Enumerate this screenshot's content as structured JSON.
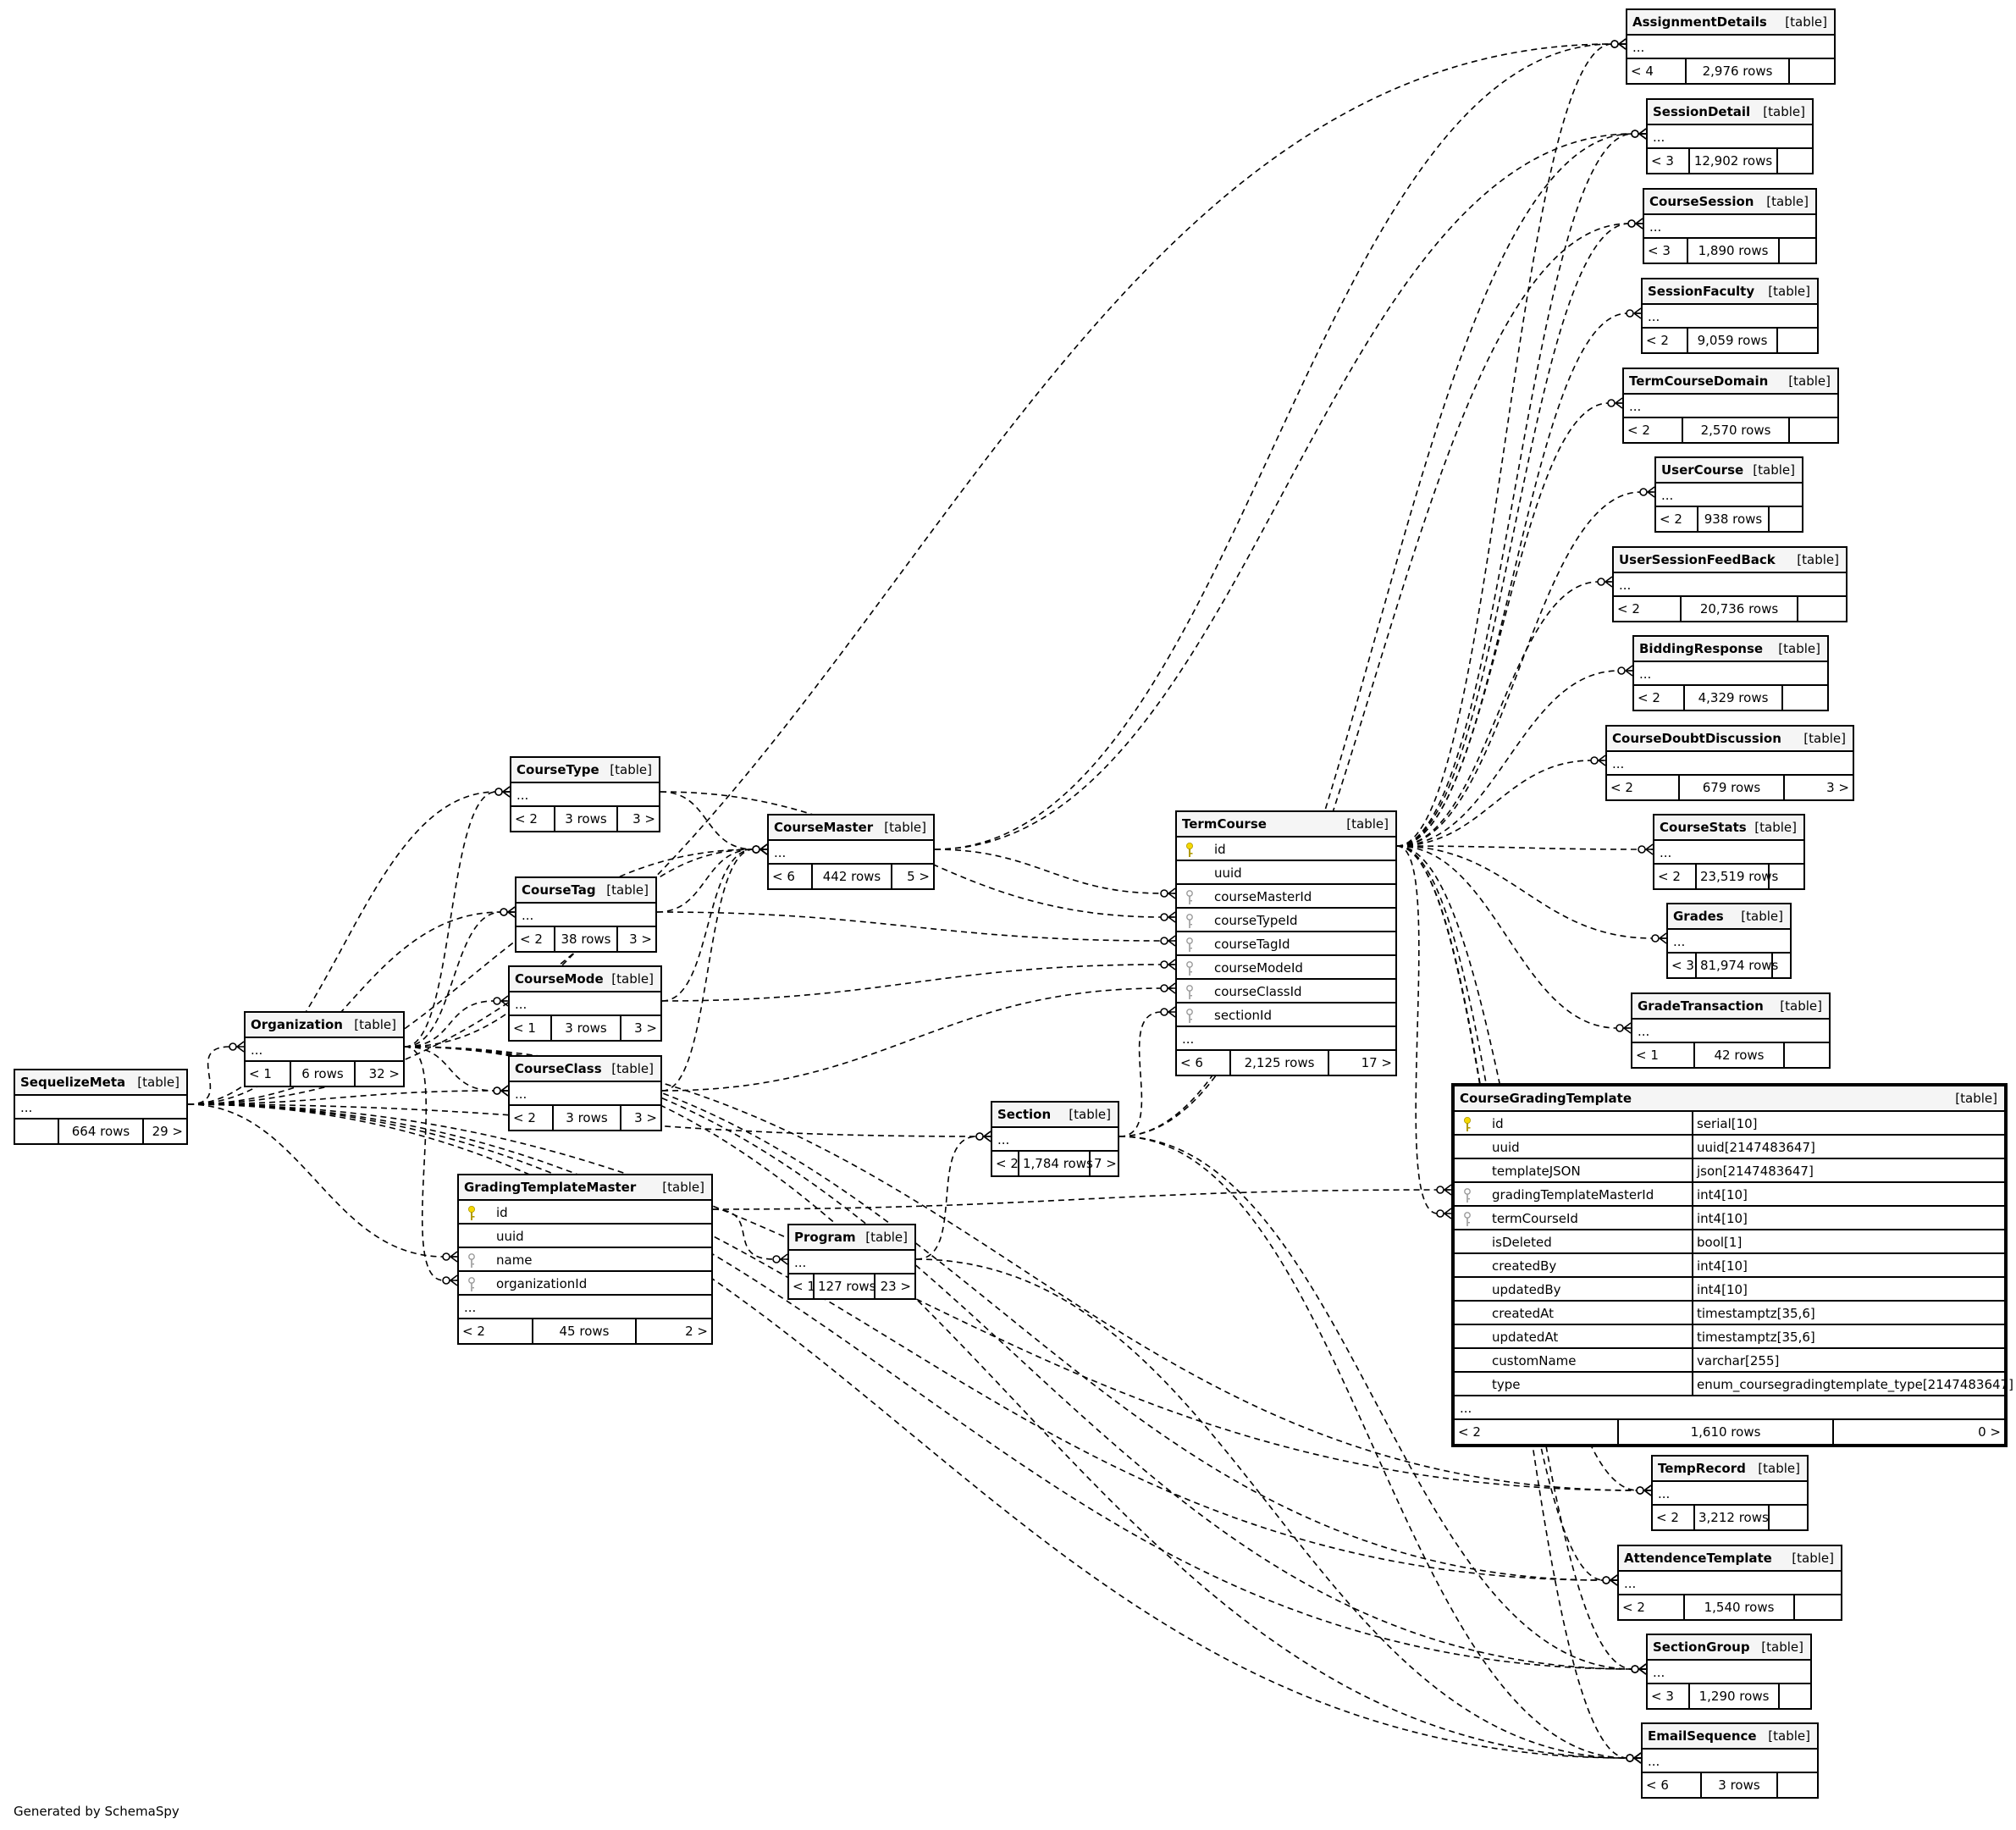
{
  "credit": "Generated by SchemaSpy",
  "type_label": "[table]",
  "tables": {
    "SequelizeMeta": {
      "name": "SequelizeMeta",
      "rows": "664 rows",
      "parents": "",
      "children": "29 >",
      "cols": []
    },
    "Organization": {
      "name": "Organization",
      "rows": "6 rows",
      "parents": "< 1",
      "children": "32 >",
      "cols": []
    },
    "CourseType": {
      "name": "CourseType",
      "rows": "3 rows",
      "parents": "< 2",
      "children": "3 >",
      "cols": []
    },
    "CourseTag": {
      "name": "CourseTag",
      "rows": "38 rows",
      "parents": "< 2",
      "children": "3 >",
      "cols": []
    },
    "CourseMode": {
      "name": "CourseMode",
      "rows": "3 rows",
      "parents": "< 1",
      "children": "3 >",
      "cols": []
    },
    "CourseClass": {
      "name": "CourseClass",
      "rows": "3 rows",
      "parents": "< 2",
      "children": "3 >",
      "cols": []
    },
    "CourseMaster": {
      "name": "CourseMaster",
      "rows": "442 rows",
      "parents": "< 6",
      "children": "5 >",
      "cols": []
    },
    "GradingTemplateMaster": {
      "name": "GradingTemplateMaster",
      "rows": "45 rows",
      "parents": "< 2",
      "children": "2 >",
      "cols": [
        {
          "name": "id",
          "key": "pk"
        },
        {
          "name": "uuid",
          "key": ""
        },
        {
          "name": "name",
          "key": "fk"
        },
        {
          "name": "organizationId",
          "key": "fk"
        }
      ]
    },
    "Program": {
      "name": "Program",
      "rows": "127 rows",
      "parents": "< 1",
      "children": "23 >",
      "cols": []
    },
    "Section": {
      "name": "Section",
      "rows": "1,784 rows",
      "parents": "< 2",
      "children": "7 >",
      "cols": []
    },
    "TermCourse": {
      "name": "TermCourse",
      "rows": "2,125 rows",
      "parents": "< 6",
      "children": "17 >",
      "cols": [
        {
          "name": "id",
          "key": "pk"
        },
        {
          "name": "uuid",
          "key": ""
        },
        {
          "name": "courseMasterId",
          "key": "fk"
        },
        {
          "name": "courseTypeId",
          "key": "fk"
        },
        {
          "name": "courseTagId",
          "key": "fk"
        },
        {
          "name": "courseModeId",
          "key": "fk"
        },
        {
          "name": "courseClassId",
          "key": "fk"
        },
        {
          "name": "sectionId",
          "key": "fk"
        }
      ]
    },
    "CourseGradingTemplate": {
      "name": "CourseGradingTemplate",
      "rows": "1,610 rows",
      "parents": "< 2",
      "children": "0 >",
      "cols": [
        {
          "name": "id",
          "key": "pk",
          "type": "serial[10]"
        },
        {
          "name": "uuid",
          "key": "",
          "type": "uuid[2147483647]"
        },
        {
          "name": "templateJSON",
          "key": "",
          "type": "json[2147483647]"
        },
        {
          "name": "gradingTemplateMasterId",
          "key": "fk",
          "type": "int4[10]"
        },
        {
          "name": "termCourseId",
          "key": "fk",
          "type": "int4[10]"
        },
        {
          "name": "isDeleted",
          "key": "",
          "type": "bool[1]"
        },
        {
          "name": "createdBy",
          "key": "",
          "type": "int4[10]"
        },
        {
          "name": "updatedBy",
          "key": "",
          "type": "int4[10]"
        },
        {
          "name": "createdAt",
          "key": "",
          "type": "timestamptz[35,6]"
        },
        {
          "name": "updatedAt",
          "key": "",
          "type": "timestamptz[35,6]"
        },
        {
          "name": "customName",
          "key": "",
          "type": "varchar[255]"
        },
        {
          "name": "type",
          "key": "",
          "type": "enum_coursegradingtemplate_type[2147483647]"
        }
      ]
    },
    "AssignmentDetails": {
      "name": "AssignmentDetails",
      "rows": "2,976 rows",
      "parents": "< 4",
      "children": "",
      "cols": []
    },
    "SessionDetail": {
      "name": "SessionDetail",
      "rows": "12,902 rows",
      "parents": "< 3",
      "children": "",
      "cols": []
    },
    "CourseSession": {
      "name": "CourseSession",
      "rows": "1,890 rows",
      "parents": "< 3",
      "children": "",
      "cols": []
    },
    "SessionFaculty": {
      "name": "SessionFaculty",
      "rows": "9,059 rows",
      "parents": "< 2",
      "children": "",
      "cols": []
    },
    "TermCourseDomain": {
      "name": "TermCourseDomain",
      "rows": "2,570 rows",
      "parents": "< 2",
      "children": "",
      "cols": []
    },
    "UserCourse": {
      "name": "UserCourse",
      "rows": "938 rows",
      "parents": "< 2",
      "children": "",
      "cols": []
    },
    "UserSessionFeedBack": {
      "name": "UserSessionFeedBack",
      "rows": "20,736 rows",
      "parents": "< 2",
      "children": "",
      "cols": []
    },
    "BiddingResponse": {
      "name": "BiddingResponse",
      "rows": "4,329 rows",
      "parents": "< 2",
      "children": "",
      "cols": []
    },
    "CourseDoubtDiscussion": {
      "name": "CourseDoubtDiscussion",
      "rows": "679 rows",
      "parents": "< 2",
      "children": "3 >",
      "cols": []
    },
    "CourseStats": {
      "name": "CourseStats",
      "rows": "23,519 rows",
      "parents": "< 2",
      "children": "",
      "cols": []
    },
    "Grades": {
      "name": "Grades",
      "rows": "81,974 rows",
      "parents": "< 3",
      "children": "",
      "cols": []
    },
    "GradeTransaction": {
      "name": "GradeTransaction",
      "rows": "42 rows",
      "parents": "< 1",
      "children": "",
      "cols": []
    },
    "TempRecord": {
      "name": "TempRecord",
      "rows": "3,212 rows",
      "parents": "< 2",
      "children": "",
      "cols": []
    },
    "AttendenceTemplate": {
      "name": "AttendenceTemplate",
      "rows": "1,540 rows",
      "parents": "< 2",
      "children": "",
      "cols": []
    },
    "SectionGroup": {
      "name": "SectionGroup",
      "rows": "1,290 rows",
      "parents": "< 3",
      "children": "",
      "cols": []
    },
    "EmailSequence": {
      "name": "EmailSequence",
      "rows": "3 rows",
      "parents": "< 6",
      "children": "",
      "cols": []
    }
  },
  "relationships": [
    [
      "SequelizeMeta",
      "Organization"
    ],
    [
      "SequelizeMeta",
      "CourseType"
    ],
    [
      "SequelizeMeta",
      "CourseTag"
    ],
    [
      "SequelizeMeta",
      "CourseMaster"
    ],
    [
      "SequelizeMeta",
      "CourseClass"
    ],
    [
      "SequelizeMeta",
      "Section"
    ],
    [
      "SequelizeMeta",
      "GradingTemplateMaster"
    ],
    [
      "SequelizeMeta",
      "AssignmentDetails"
    ],
    [
      "SequelizeMeta",
      "TempRecord"
    ],
    [
      "SequelizeMeta",
      "AttendenceTemplate"
    ],
    [
      "SequelizeMeta",
      "SectionGroup"
    ],
    [
      "SequelizeMeta",
      "EmailSequence"
    ],
    [
      "Organization",
      "CourseType"
    ],
    [
      "Organization",
      "CourseTag"
    ],
    [
      "Organization",
      "CourseMode"
    ],
    [
      "Organization",
      "CourseClass"
    ],
    [
      "Organization",
      "CourseMaster"
    ],
    [
      "Organization",
      "GradingTemplateMaster"
    ],
    [
      "Organization",
      "TempRecord"
    ],
    [
      "Organization",
      "AttendenceTemplate"
    ],
    [
      "Organization",
      "SectionGroup"
    ],
    [
      "Organization",
      "EmailSequence"
    ],
    [
      "CourseType",
      "CourseMaster"
    ],
    [
      "CourseTag",
      "CourseMaster"
    ],
    [
      "CourseMode",
      "CourseMaster"
    ],
    [
      "CourseClass",
      "CourseMaster"
    ],
    [
      "CourseType",
      "TermCourse"
    ],
    [
      "CourseTag",
      "TermCourse"
    ],
    [
      "CourseMode",
      "TermCourse"
    ],
    [
      "CourseClass",
      "TermCourse"
    ],
    [
      "CourseMaster",
      "TermCourse"
    ],
    [
      "CourseMaster",
      "AssignmentDetails"
    ],
    [
      "CourseMaster",
      "SessionDetail"
    ],
    [
      "Section",
      "TermCourse"
    ],
    [
      "Section",
      "SessionDetail"
    ],
    [
      "Section",
      "CourseSession"
    ],
    [
      "Section",
      "SectionGroup"
    ],
    [
      "Section",
      "EmailSequence"
    ],
    [
      "Program",
      "Section"
    ],
    [
      "Program",
      "EmailSequence"
    ],
    [
      "GradingTemplateMaster",
      "Program"
    ],
    [
      "GradingTemplateMaster",
      "CourseGradingTemplate"
    ],
    [
      "TermCourse",
      "AssignmentDetails"
    ],
    [
      "TermCourse",
      "SessionDetail"
    ],
    [
      "TermCourse",
      "CourseSession"
    ],
    [
      "TermCourse",
      "SessionFaculty"
    ],
    [
      "TermCourse",
      "TermCourseDomain"
    ],
    [
      "TermCourse",
      "UserCourse"
    ],
    [
      "TermCourse",
      "UserSessionFeedBack"
    ],
    [
      "TermCourse",
      "BiddingResponse"
    ],
    [
      "TermCourse",
      "CourseDoubtDiscussion"
    ],
    [
      "TermCourse",
      "CourseStats"
    ],
    [
      "TermCourse",
      "Grades"
    ],
    [
      "TermCourse",
      "GradeTransaction"
    ],
    [
      "TermCourse",
      "CourseGradingTemplate"
    ],
    [
      "TermCourse",
      "TempRecord"
    ],
    [
      "TermCourse",
      "AttendenceTemplate"
    ],
    [
      "TermCourse",
      "SectionGroup"
    ],
    [
      "TermCourse",
      "EmailSequence"
    ]
  ]
}
